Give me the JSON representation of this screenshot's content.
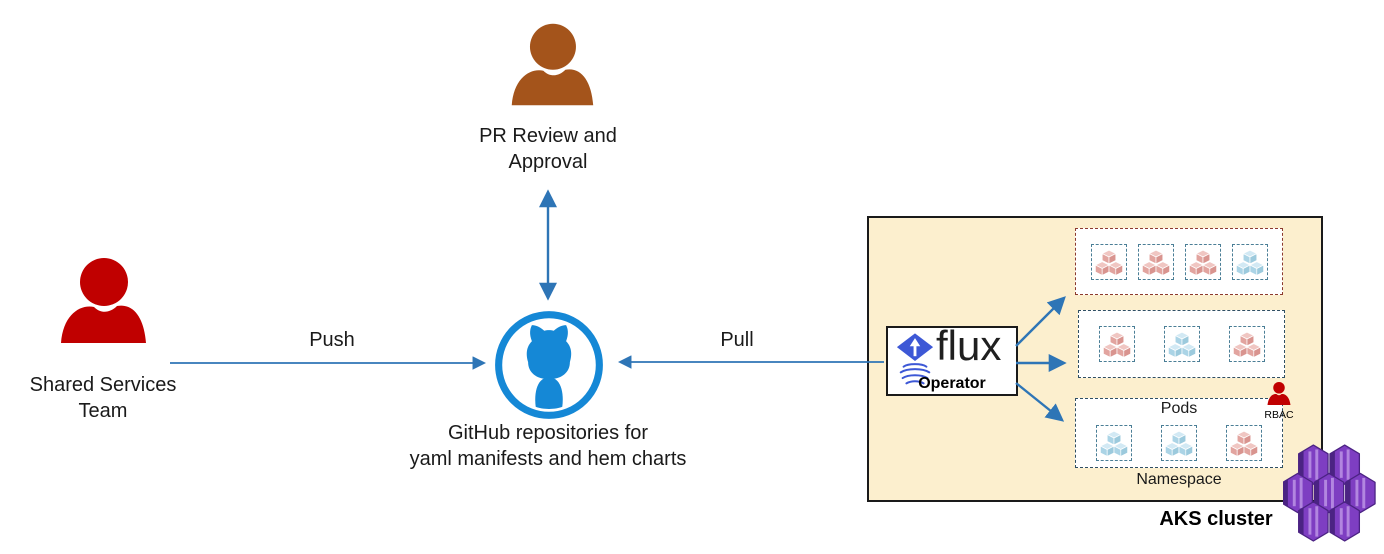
{
  "colors": {
    "arrow": "#2E75B6",
    "github_blue": "#1588D6",
    "red_person": "#C00000",
    "brown_person": "#A4541B",
    "aks_box_fill": "#FCEFCE",
    "flux_blue": "#3D58D6",
    "purple": "#7E3EC2",
    "purple_dark": "#4B2383",
    "purple_light": "#B286E0",
    "pod_box_border": "#4A7E96",
    "namespace_borders": [
      "#8C3A2E",
      "#2F4F63",
      "#2F4F63"
    ],
    "pod_pink": {
      "top": "#F0C6C2",
      "left": "#E2A49F",
      "right": "#D9948F"
    },
    "pod_blue": {
      "top": "#D2E9F4",
      "left": "#ABD4E6",
      "right": "#9CCADD"
    }
  },
  "actors": {
    "shared_services": {
      "line1": "Shared Services",
      "line2": "Team"
    },
    "pr_review": {
      "line1": "PR Review and",
      "line2": "Approval"
    }
  },
  "github": {
    "caption_line1": "GitHub repositories for",
    "caption_line2": "yaml manifests and hem charts"
  },
  "edges": {
    "push_label": "Push",
    "pull_label": "Pull"
  },
  "flux": {
    "wordmark": "flux",
    "label": "Operator"
  },
  "aks": {
    "label": "AKS cluster",
    "pods_label": "Pods",
    "namespace_label": "Namespace",
    "rbac_label": "RBAC",
    "namespaces": [
      {
        "pods": [
          "pink",
          "pink",
          "pink",
          "blue"
        ]
      },
      {
        "pods": [
          "pink",
          "blue",
          "pink"
        ]
      },
      {
        "pods": [
          "blue",
          "blue",
          "pink"
        ]
      }
    ]
  }
}
